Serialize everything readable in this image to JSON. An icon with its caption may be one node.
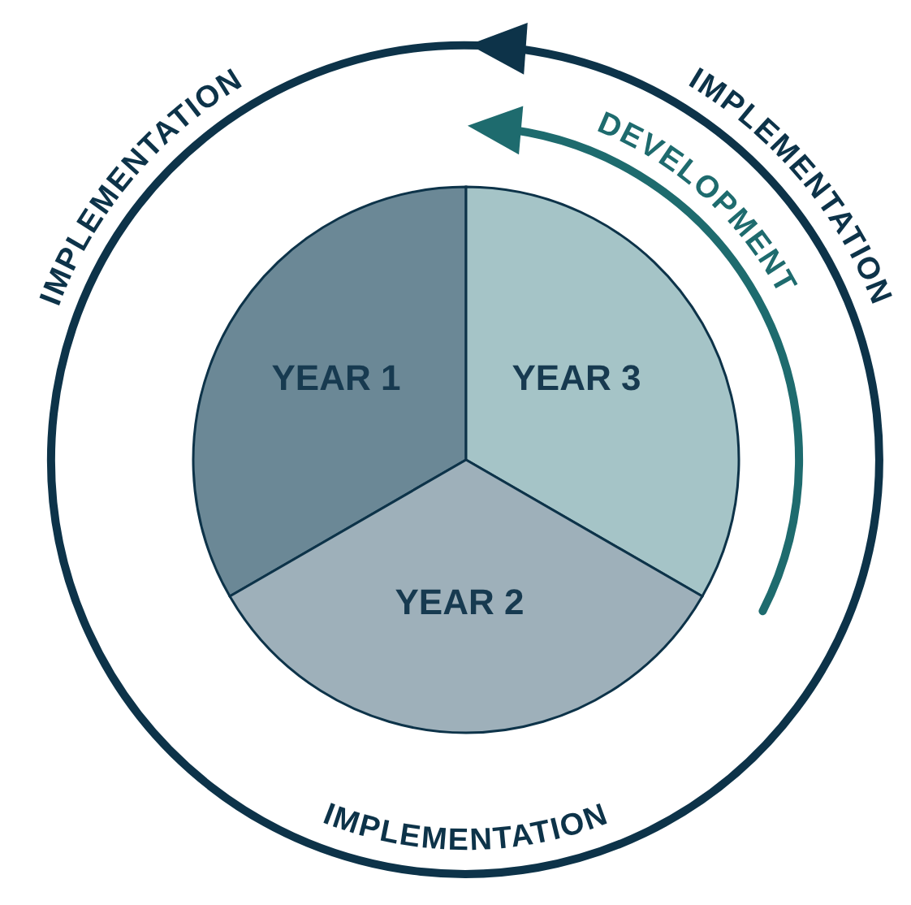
{
  "diagram": {
    "nodes": [
      {
        "text": [
          "YEAR 1"
        ]
      },
      {
        "text": [
          "YEAR 3"
        ]
      },
      {
        "text": [
          "YEAR 2"
        ]
      }
    ],
    "labels": [
      "IMPLEMENTATION",
      "IMPLEMENTATION",
      "DEVELOPMENT",
      "IMPLEMENTATION"
    ]
  }
}
